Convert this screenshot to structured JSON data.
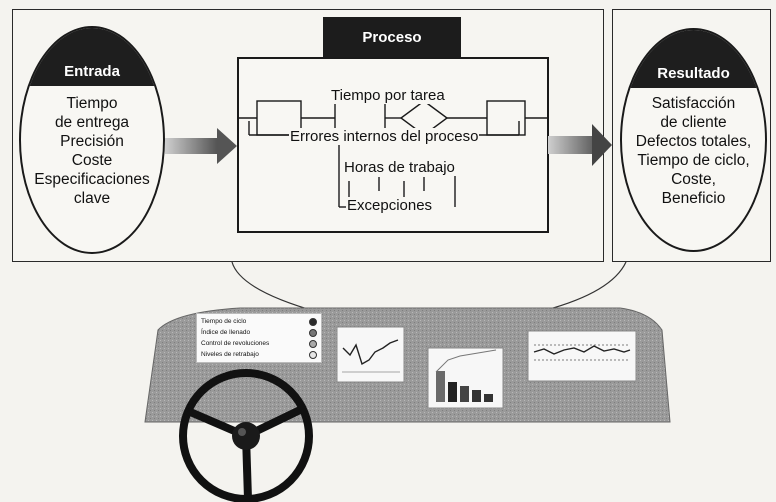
{
  "input": {
    "title": "Entrada",
    "lines": [
      "Tiempo",
      "de entrega",
      "Precisión",
      "Coste",
      "Especificaciones",
      "clave"
    ]
  },
  "process": {
    "title": "Proceso",
    "labels": {
      "time_per_task": "Tiempo por tarea",
      "internal_errors": "Errores internos del proceso",
      "work_hours": "Horas de trabajo",
      "exceptions": "Excepciones"
    }
  },
  "output": {
    "title": "Resultado",
    "lines": [
      "Satisfacción",
      "de cliente",
      "Defectos totales,",
      "Tiempo de ciclo,",
      "Coste,",
      "Beneficio"
    ]
  },
  "dashboard": {
    "legend": [
      {
        "label": "Tiempo de ciclo",
        "color": "#2a2a2a"
      },
      {
        "label": "Índice de llenado",
        "color": "#777777"
      },
      {
        "label": "Control de revoluciones",
        "color": "#aaaaaa"
      },
      {
        "label": "Niveles de retrabajo",
        "color": "#e6e6e6"
      }
    ]
  }
}
